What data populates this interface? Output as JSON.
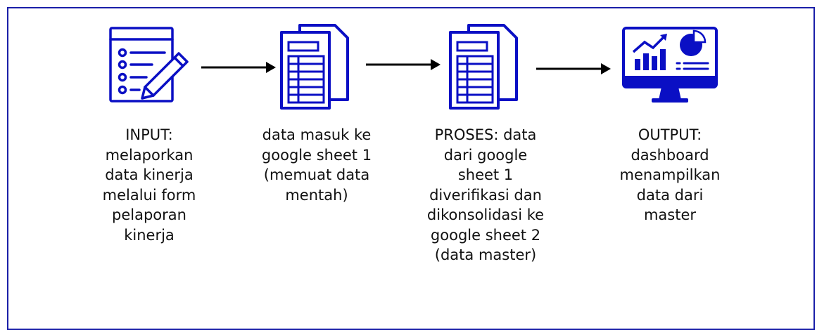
{
  "diagram": {
    "stroke_color": "#0a0fc4",
    "frame_color": "#1a1fa8",
    "steps": [
      {
        "icon": "form-clipboard-icon",
        "label": "INPUT:\nmelaporkan\ndata kinerja\nmelalui form\npelaporan\nkinerja"
      },
      {
        "icon": "spreadsheet-document-icon",
        "label": "data masuk ke\ngoogle sheet 1\n(memuat data\nmentah)"
      },
      {
        "icon": "spreadsheet-document-icon",
        "label": "PROSES: data\ndari google\nsheet 1\ndiverifikasi dan\ndikonsolidasi ke\ngoogle sheet 2\n(data master)"
      },
      {
        "icon": "dashboard-monitor-icon",
        "label": "OUTPUT:\ndashboard\nmenampilkan\ndata dari\nmaster"
      }
    ]
  }
}
